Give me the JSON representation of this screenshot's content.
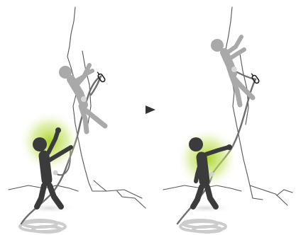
{
  "panels": [
    {
      "belayer_pose": "hand-raised",
      "climber_position": "falling-below-carabiner"
    },
    {
      "belayer_pose": "arm-extended-pulling",
      "climber_position": "caught-at-carabiner"
    }
  ],
  "icons": {
    "arrow": "play-arrow-icon",
    "carabiner": "carabiner-icon"
  },
  "colors": {
    "climber": "#a9a9a9",
    "belayer": "#3b3b3b",
    "rope": "#6e6e6e",
    "glow": "#a8d21e",
    "rock_line": "#555555"
  }
}
